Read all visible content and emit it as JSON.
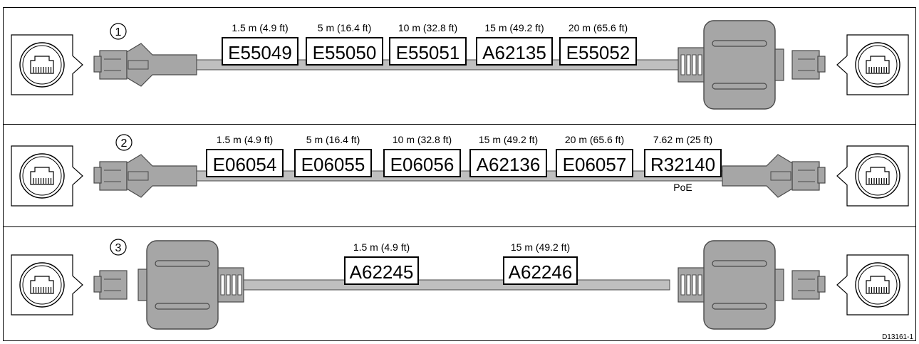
{
  "diagram_id": "D13161-1",
  "colors": {
    "cable_fill": "#bfbfbf",
    "cable_stroke": "#4a4a4a",
    "connector_fill": "#a6a6a6",
    "text": "#000000",
    "label_box_fill": "#ffffff"
  },
  "rows": [
    {
      "number": "1",
      "ferrite_left": false,
      "ferrite_right": true,
      "cables": [
        {
          "part": "E55049",
          "length": "1.5 m (4.9 ft)",
          "note": ""
        },
        {
          "part": "E55050",
          "length": "5 m (16.4 ft)",
          "note": ""
        },
        {
          "part": "E55051",
          "length": "10 m (32.8 ft)",
          "note": ""
        },
        {
          "part": "A62135",
          "length": "15 m (49.2 ft)",
          "note": ""
        },
        {
          "part": "E55052",
          "length": "20 m (65.6 ft)",
          "note": ""
        }
      ]
    },
    {
      "number": "2",
      "ferrite_left": false,
      "ferrite_right": false,
      "cables": [
        {
          "part": "E06054",
          "length": "1.5 m (4.9 ft)",
          "note": ""
        },
        {
          "part": "E06055",
          "length": "5 m (16.4 ft)",
          "note": ""
        },
        {
          "part": "E06056",
          "length": "10 m (32.8 ft)",
          "note": ""
        },
        {
          "part": "A62136",
          "length": "15 m (49.2 ft)",
          "note": ""
        },
        {
          "part": "E06057",
          "length": "20 m (65.6 ft)",
          "note": ""
        },
        {
          "part": "R32140",
          "length": "7.62 m (25 ft)",
          "note": "PoE"
        }
      ]
    },
    {
      "number": "3",
      "ferrite_left": true,
      "ferrite_right": true,
      "cables": [
        {
          "part": "A62245",
          "length": "1.5 m (4.9 ft)",
          "note": ""
        },
        {
          "part": "A62246",
          "length": "15 m (49.2 ft)",
          "note": ""
        }
      ]
    }
  ]
}
